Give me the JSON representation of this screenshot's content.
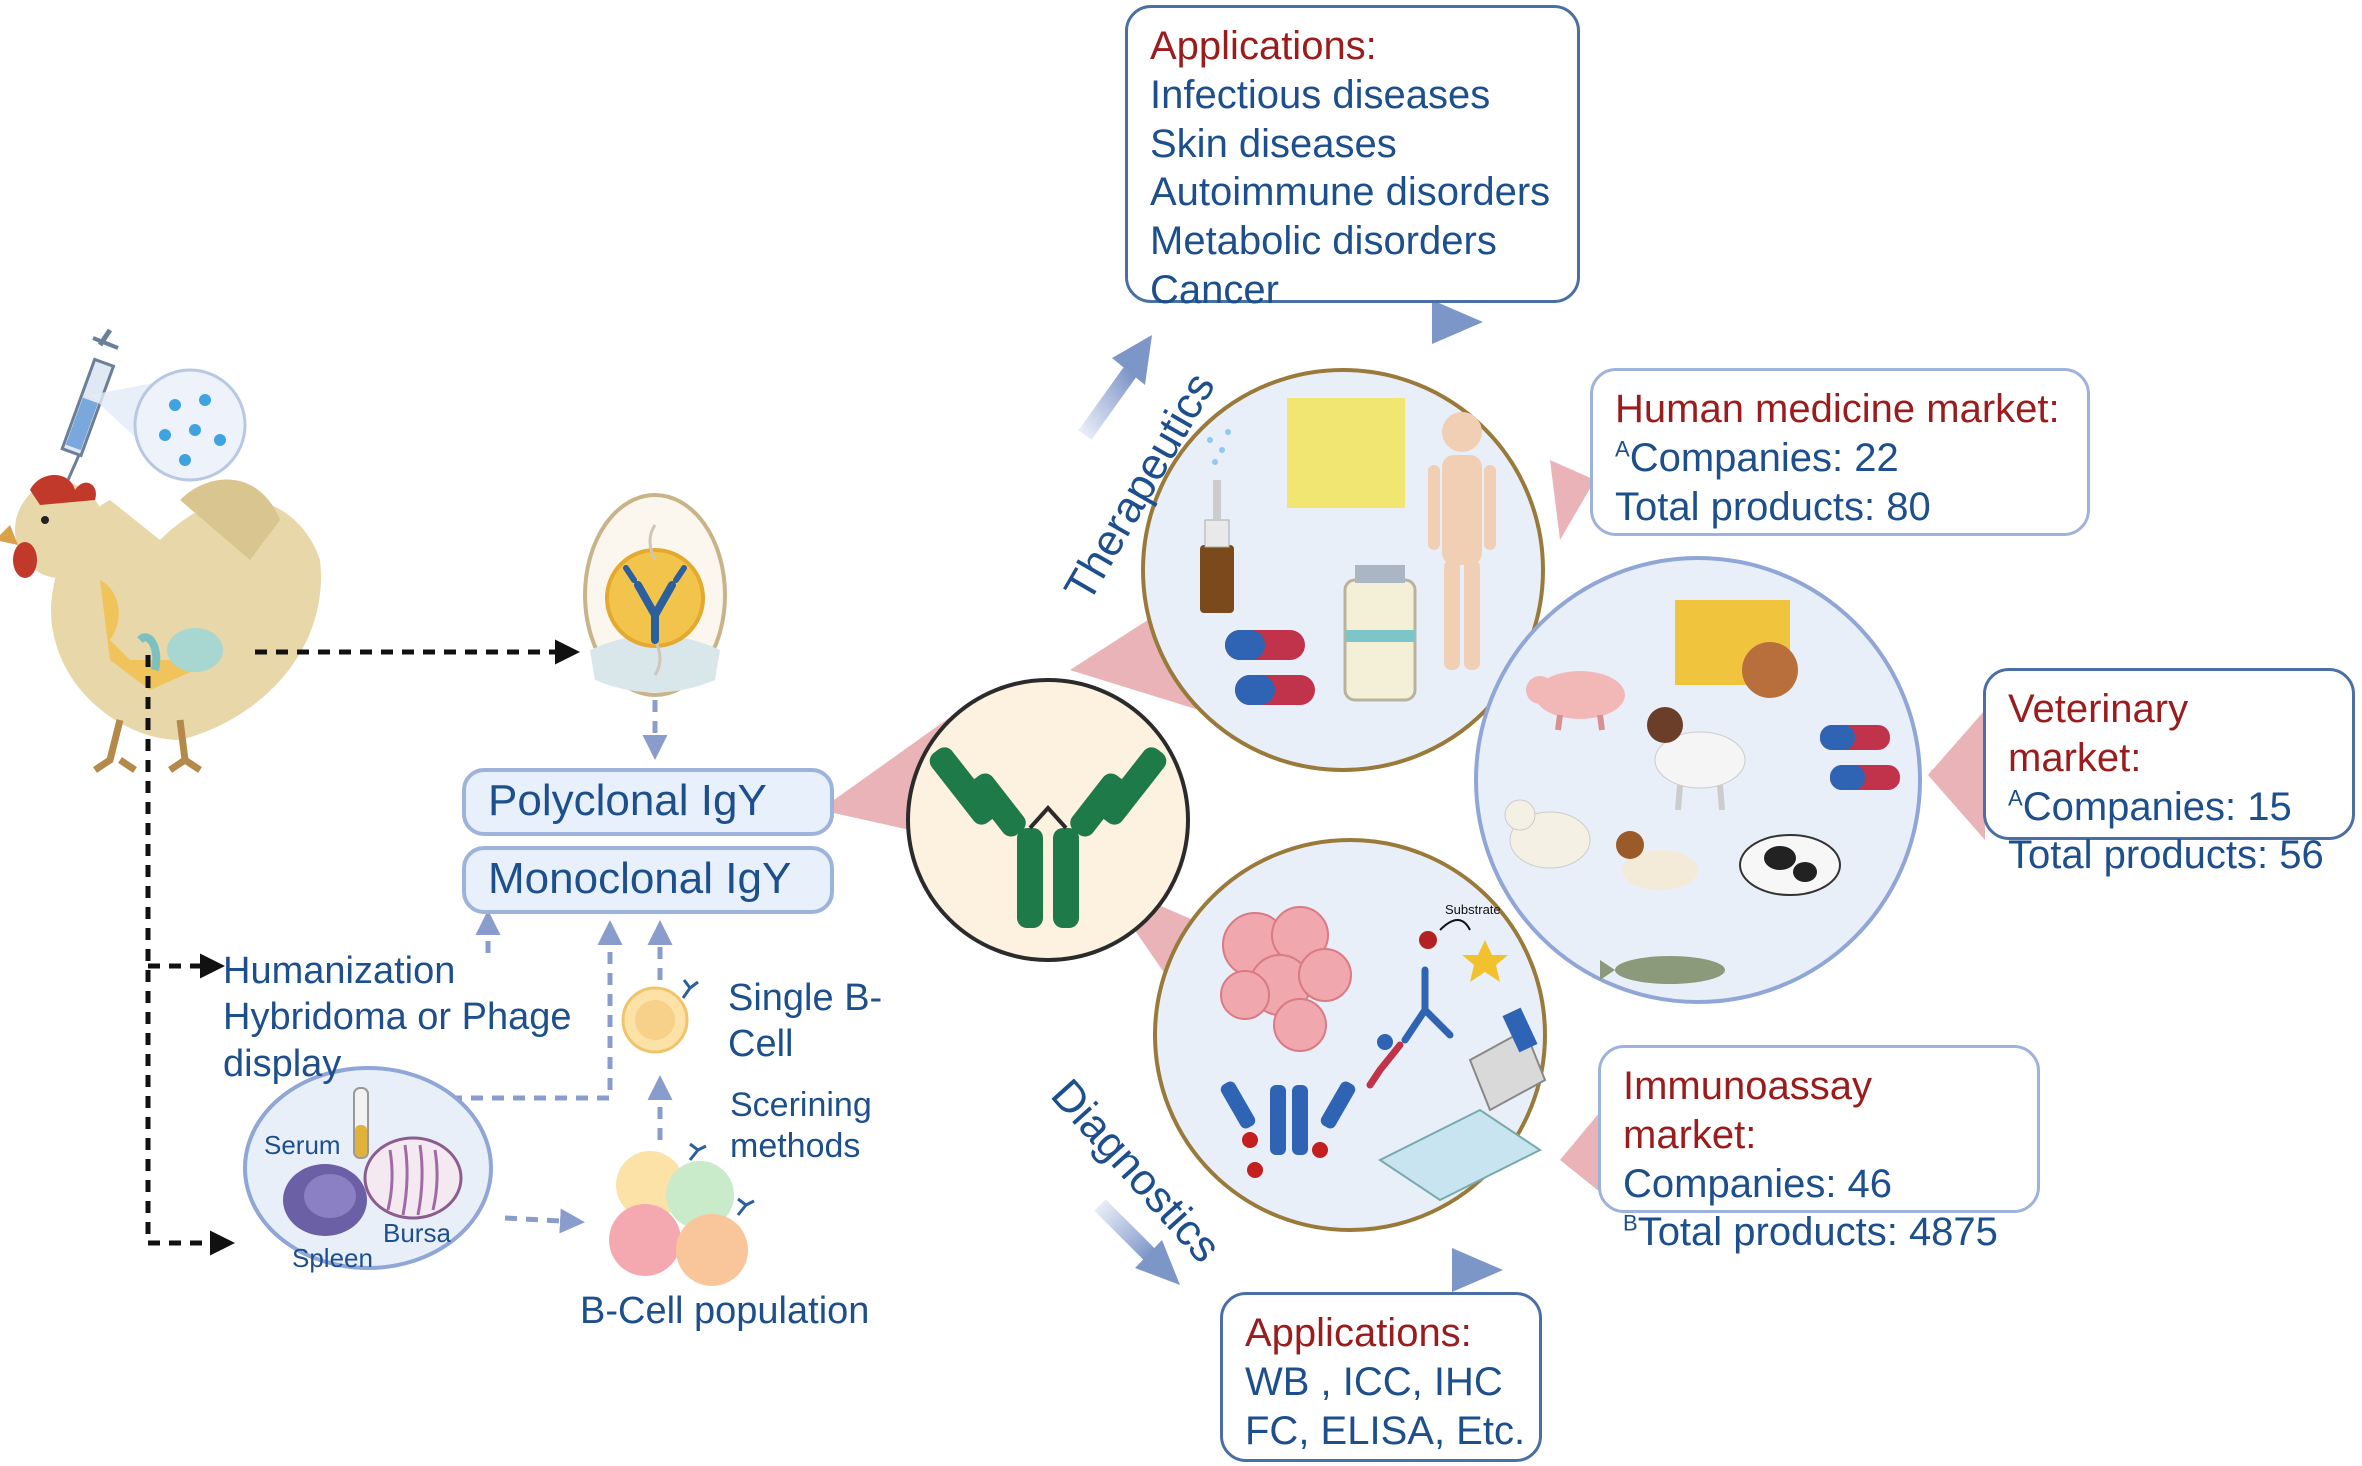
{
  "therapeutic_applications": {
    "title": "Applications:",
    "items": [
      "Infectious diseases",
      "Skin diseases",
      "Autoimmune disorders",
      "Metabolic disorders",
      "Cancer"
    ]
  },
  "human_market": {
    "title": "Human medicine market:",
    "companies_sup": "A",
    "companies": "Companies: 22",
    "products": "Total products: 80"
  },
  "veterinary_market": {
    "title": "Veterinary market:",
    "companies_sup": "A",
    "companies": "Companies: 15",
    "products": "Total products: 56"
  },
  "immunoassay_market": {
    "title": "Immunoassay market:",
    "companies": "Companies: 46",
    "products_sup": "B",
    "products": "Total products: 4875"
  },
  "diagnostic_applications": {
    "title": "Applications:",
    "items": [
      "WB , ICC, IHC",
      "FC,  ELISA, Etc."
    ]
  },
  "igy": {
    "polyclonal": "Polyclonal IgY",
    "monoclonal": "Monoclonal IgY"
  },
  "branches": {
    "therapeutics": "Therapeutics",
    "diagnostics": "Diagnostics"
  },
  "methods": {
    "humanization": [
      "Humanization",
      "Hybridoma or Phage",
      "display"
    ],
    "single_b_cell": [
      "Single B-",
      "Cell"
    ],
    "screening": [
      "Scerining",
      "methods"
    ],
    "b_cell_population": "B-Cell population"
  },
  "organs": {
    "serum": "Serum",
    "spleen": "Spleen",
    "bursa": "Bursa"
  },
  "substrate": "Substrate",
  "colors": {
    "dark_blue": "#1d4f8c",
    "dark_red": "#9a1c1c",
    "antibody_green": "#1f7a4a",
    "pink_wedge": "#e9b3b8",
    "arrow_blue": "#7d96c8"
  }
}
